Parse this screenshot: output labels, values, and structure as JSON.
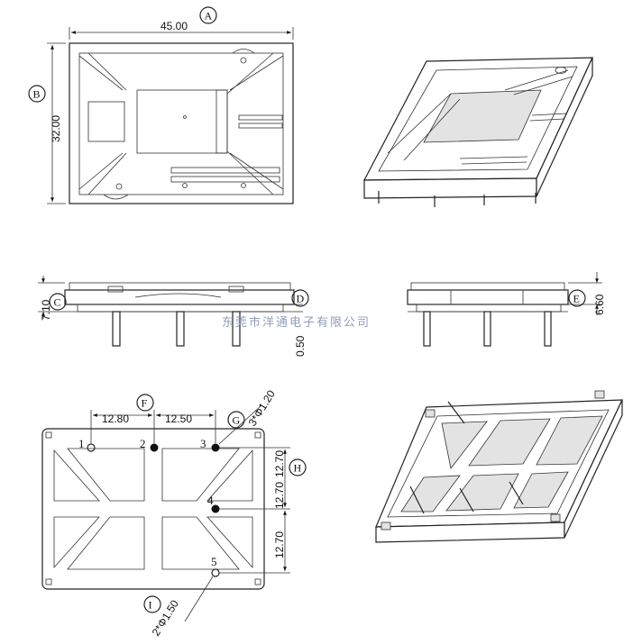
{
  "dimensions": {
    "width": "45.00",
    "height": "32.00",
    "left_height": "7.10",
    "right_height": "6.60",
    "pin_protrusion": "0.50",
    "pin_spacing_1": "12.80",
    "pin_spacing_2": "12.50",
    "row_spacing_1": "12.70",
    "row_spacing_2": "12.70",
    "row_spacing_3": "12.70",
    "hole_spec_small": "3*Φ1.20",
    "hole_spec_large": "2*Φ1.50"
  },
  "callouts": [
    "A",
    "B",
    "C",
    "D",
    "E",
    "F",
    "G",
    "H",
    "I"
  ],
  "pin_numbers": [
    "1",
    "2",
    "3",
    "4",
    "5"
  ],
  "watermark": "东莞市洋通电子有限公司"
}
